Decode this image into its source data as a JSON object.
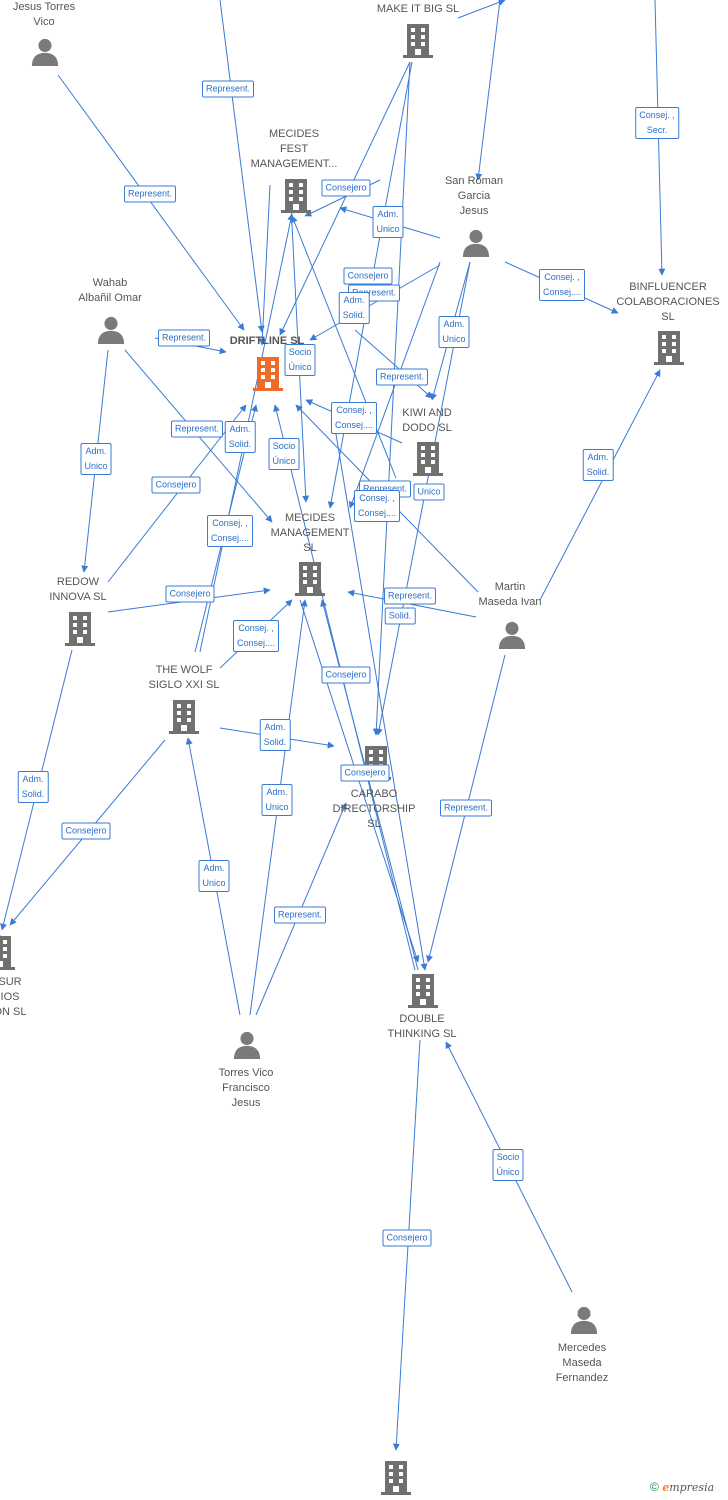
{
  "colors": {
    "edge": "#3a7bd5",
    "building": "#707070",
    "building_focus": "#f06a2a",
    "person": "#7a7a7a"
  },
  "nodes": [
    {
      "id": "jesus_tv",
      "kind": "person",
      "label": "Jesus Torres\nVico"
    },
    {
      "id": "make_it_big",
      "kind": "company",
      "label": "MAKE IT BIG  SL"
    },
    {
      "id": "mecides_fest",
      "kind": "company",
      "label": "MECIDES\nFEST\nMANAGEMENT..."
    },
    {
      "id": "san_roman",
      "kind": "person",
      "label": "San Roman\nGarcia\nJesus"
    },
    {
      "id": "binfluencer",
      "kind": "company",
      "label": "BINFLUENCER\nCOLABORACIONES\nSL"
    },
    {
      "id": "wahab",
      "kind": "person",
      "label": "Wahab\nAlbañil Omar"
    },
    {
      "id": "driftline",
      "kind": "company_focus",
      "label": "DRIFTLINE  SL"
    },
    {
      "id": "kiwi",
      "kind": "company",
      "label": "KIWI AND\nDODO  SL"
    },
    {
      "id": "mecides_mgmt",
      "kind": "company",
      "label": "MECIDES\nMANAGEMENT\nSL"
    },
    {
      "id": "redow",
      "kind": "company",
      "label": "REDOW\nINNOVA  SL"
    },
    {
      "id": "martin",
      "kind": "person",
      "label": "Martin\nMaseda Ivan"
    },
    {
      "id": "wolf",
      "kind": "company",
      "label": "THE WOLF\nSIGLO XXI  SL"
    },
    {
      "id": "carabo",
      "kind": "company",
      "label": "CARABO\nDIRECTORSHIP\nSL"
    },
    {
      "id": "sur",
      "kind": "company",
      "label": "SUR\nIOS\nON  SL"
    },
    {
      "id": "double",
      "kind": "company",
      "label": "DOUBLE\nTHINKING SL"
    },
    {
      "id": "torres_vf",
      "kind": "person",
      "label": "Torres Vico\nFrancisco\nJesus"
    },
    {
      "id": "mercedes",
      "kind": "person",
      "label": "Mercedes\nMaseda\nFernandez"
    },
    {
      "id": "bottom_co",
      "kind": "company",
      "label": ""
    }
  ],
  "edge_labels": [
    "Represent.",
    "Represent.",
    "Consej. ,\nSecr.",
    "Consejero",
    "Adm.\nUnico",
    "Consejero",
    "Represent.",
    "Adm.\nSolid.",
    "Consej. ,\nConsej....",
    "Represent.",
    "Socio\nÚnico",
    "Adm.\nUnico",
    "Represent.",
    "Adm.\nSolid.",
    "Socio\nÚnico",
    "Consej. ,\nConsej....",
    "Represent.",
    "Represent.",
    "Consej. ,\nConsej....",
    "Adm.\nUnico",
    "Consejero",
    "Consejero",
    "Consej. ,\nConsej....",
    "Consejero",
    "Represent.",
    "Solid.",
    "Consej. ,\nConsej....",
    "Consejero",
    "Adm.\nSolid.",
    "Consejero",
    "Adm.\nSolid.",
    "Adm.\nSolid.",
    "Represent.",
    "Adm.\nUnico",
    "Adm.\nUnico",
    "Represent.",
    "Socio\nÚnico",
    "Consejero",
    "Unico"
  ],
  "copyright": {
    "symbol": "©",
    "brand_initial": "e",
    "brand_rest": "mpresia"
  }
}
